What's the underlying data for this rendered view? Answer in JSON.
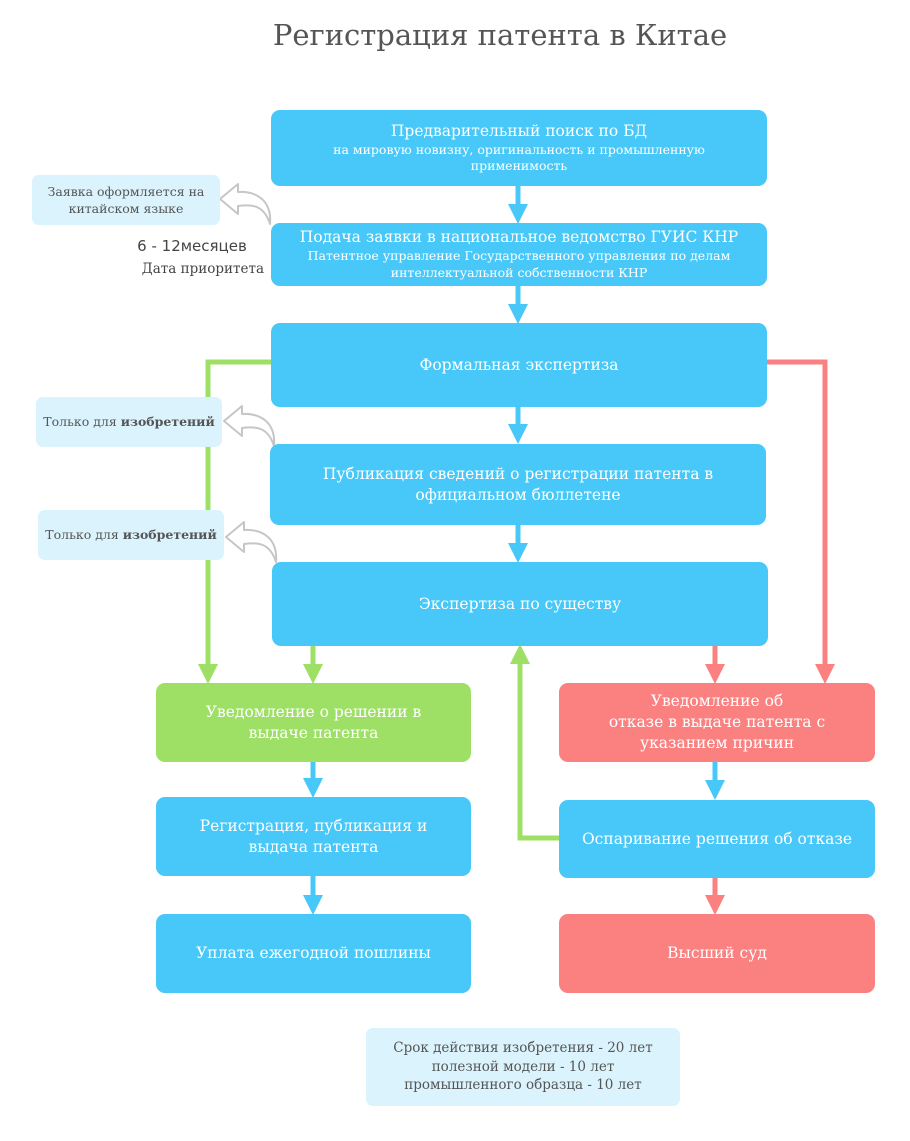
{
  "title": "Регистрация патента в Китае",
  "boxes": {
    "search": {
      "line1": "Предварительный поиск по БД",
      "line2": "на мировую новизну, оригинальность и промышленную",
      "line3": "применимость"
    },
    "filing": {
      "line1": "Подача заявки в национальное ведомство ГУИС КНР",
      "line2": "Патентное управление Государственного управления по делам",
      "line3": "интеллектуальной собственности КНР"
    },
    "formal": {
      "line1": "Формальная экспертиза"
    },
    "publication": {
      "line1": "Публикация сведений о регистрации патента в",
      "line2": "официальном бюллетене"
    },
    "substantive": {
      "line1": "Экспертиза по существу"
    },
    "grant_notice": {
      "line1": "Уведомление о решении в",
      "line2": "выдаче патента"
    },
    "refusal_notice": {
      "line1": "Уведомление об",
      "line2": "отказе в выдаче патента  с",
      "line3": "указанием причин"
    },
    "registration": {
      "line1": "Регистрация, публикация и",
      "line2": "выдача патента"
    },
    "appeal": {
      "line1": "Оспаривание решения об отказе"
    },
    "annual_fee": {
      "line1": "Уплата ежегодной пошлины"
    },
    "supreme_court": {
      "line1": "Высший суд"
    }
  },
  "notes": {
    "chinese": {
      "line1": "Заявка оформляется на",
      "line2": "китайском языке"
    },
    "inventions_1": {
      "prefix": "Только для ",
      "bold": "изобретений"
    },
    "inventions_2": {
      "prefix": "Только для ",
      "bold": "изобретений"
    },
    "validity": {
      "line1": "Срок действия изобретения - 20 лет",
      "line2": "полезной модели - 10 лет",
      "line3": "промышленного образца - 10 лет"
    }
  },
  "priority": {
    "period": "6 - 12месяцев",
    "label": "Дата приоритета"
  },
  "colors": {
    "blue": "#48c8f8",
    "green": "#9ee065",
    "red": "#fb8080",
    "note_bg": "#dbf3fd"
  }
}
